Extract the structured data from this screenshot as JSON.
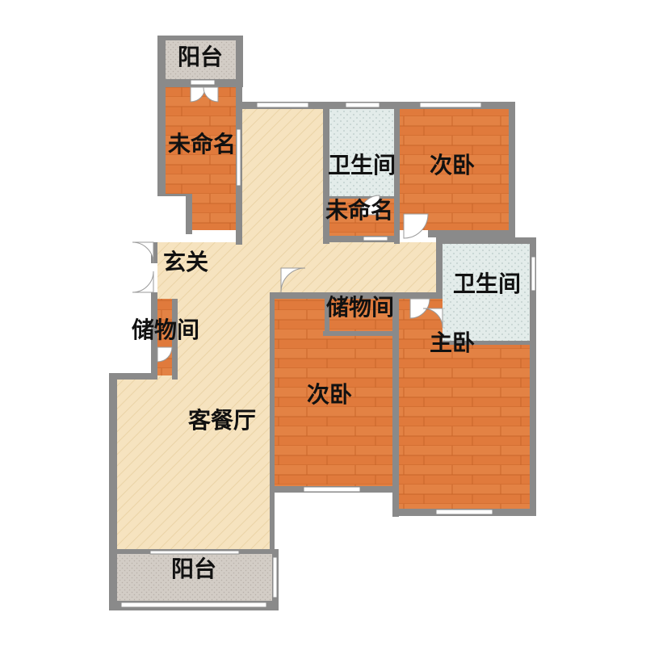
{
  "floor_plan": {
    "rooms": {
      "balcony_top": {
        "label": "阳台",
        "type": "balcony"
      },
      "unnamed_top": {
        "label": "未命名",
        "type": "wood"
      },
      "bathroom_top": {
        "label": "卫生间",
        "type": "tile"
      },
      "bedroom_top_right": {
        "label": "次卧",
        "type": "wood"
      },
      "unnamed_mid": {
        "label": "未命名",
        "type": "wood"
      },
      "entrance": {
        "label": "玄关",
        "type": "common"
      },
      "bathroom_right": {
        "label": "卫生间",
        "type": "tile"
      },
      "storage_center": {
        "label": "储物间",
        "type": "wood"
      },
      "storage_left": {
        "label": "储物间",
        "type": "wood"
      },
      "master_bedroom": {
        "label": "主卧",
        "type": "wood"
      },
      "bedroom_center": {
        "label": "次卧",
        "type": "wood"
      },
      "living_dining": {
        "label": "客餐厅",
        "type": "common"
      },
      "balcony_bottom": {
        "label": "阳台",
        "type": "balcony"
      }
    },
    "colors": {
      "wood": "#e07a3c",
      "wood_grain": "#c9652a",
      "common": "#f6e3bf",
      "common_hatch": "#e6cfa0",
      "tile": "#e3ecea",
      "tile_dot": "#b9c9c6",
      "balcony": "#d3cdc6",
      "wall": "#8a8a8a",
      "window": "#ffffff"
    }
  }
}
